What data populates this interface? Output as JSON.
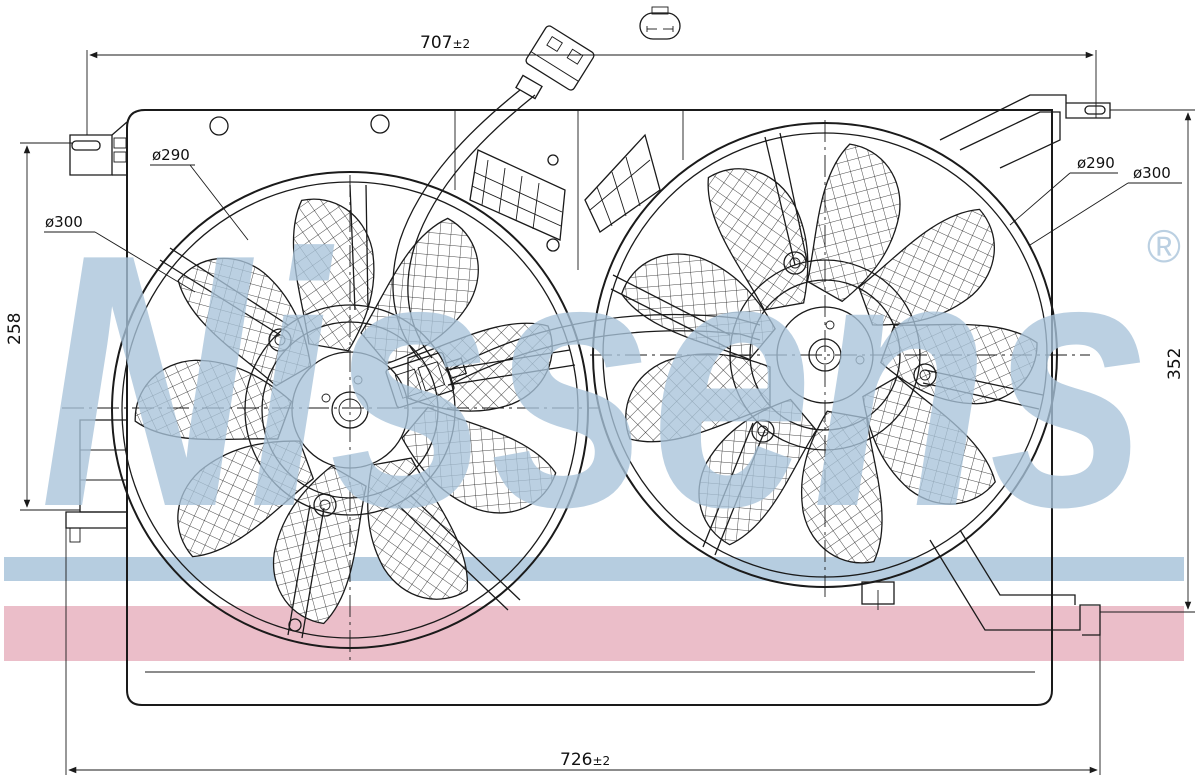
{
  "watermark": {
    "brand": "Nissens",
    "registered_mark": "®",
    "band_colors": {
      "blue": "#a9c4da",
      "red": "#e7b3bf"
    }
  },
  "dimensions": {
    "frame_width": {
      "value": "707",
      "tolerance": "±2"
    },
    "overall_width": {
      "value": "726",
      "tolerance": "±2"
    },
    "left_height": "258",
    "right_height": "352",
    "left_fan": {
      "inner_diameter": "ø290",
      "outer_diameter": "ø300"
    },
    "right_fan": {
      "inner_diameter": "ø290",
      "outer_diameter": "ø300"
    }
  },
  "connector": {
    "icon": "connector-plug-icon"
  }
}
